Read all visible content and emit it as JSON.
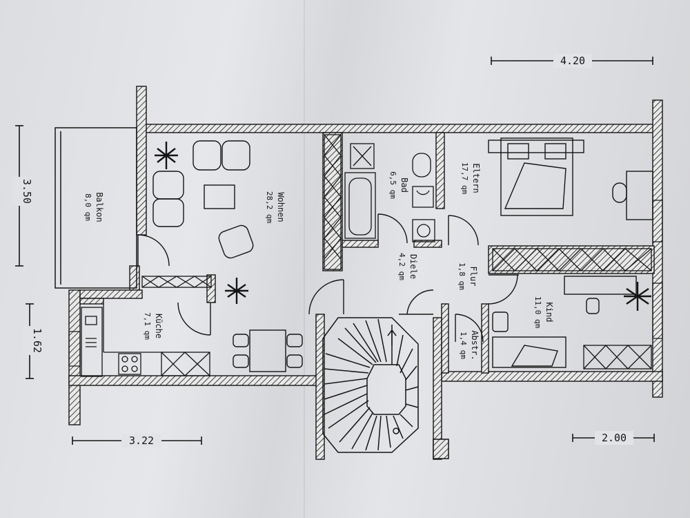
{
  "plan": {
    "dimensions": {
      "top": "4.20",
      "left": "3.50",
      "left_lower": "1.62",
      "bottom_left": "3.22",
      "bottom_right": "2.00"
    },
    "rooms": {
      "balkon": {
        "name": "Balkon",
        "area": "8,0 qm"
      },
      "wohnen": {
        "name": "Wohnen",
        "area": "28,2 qm"
      },
      "kueche": {
        "name": "Küche",
        "area": "7,1 qm"
      },
      "bad": {
        "name": "Bad",
        "area": "6,5 qm"
      },
      "diele": {
        "name": "Diele",
        "area": "4,2 qm"
      },
      "flur": {
        "name": "Flur",
        "area": "1,8 qm"
      },
      "eltern": {
        "name": "Eltern",
        "area": "17,7 qm"
      },
      "kind": {
        "name": "Kind",
        "area": "11,0 qm"
      },
      "abstr": {
        "name": "Abstr.",
        "area": "1,4 qm"
      }
    }
  },
  "colors": {
    "paper": "#e2e3e6",
    "ink": "#141414"
  }
}
